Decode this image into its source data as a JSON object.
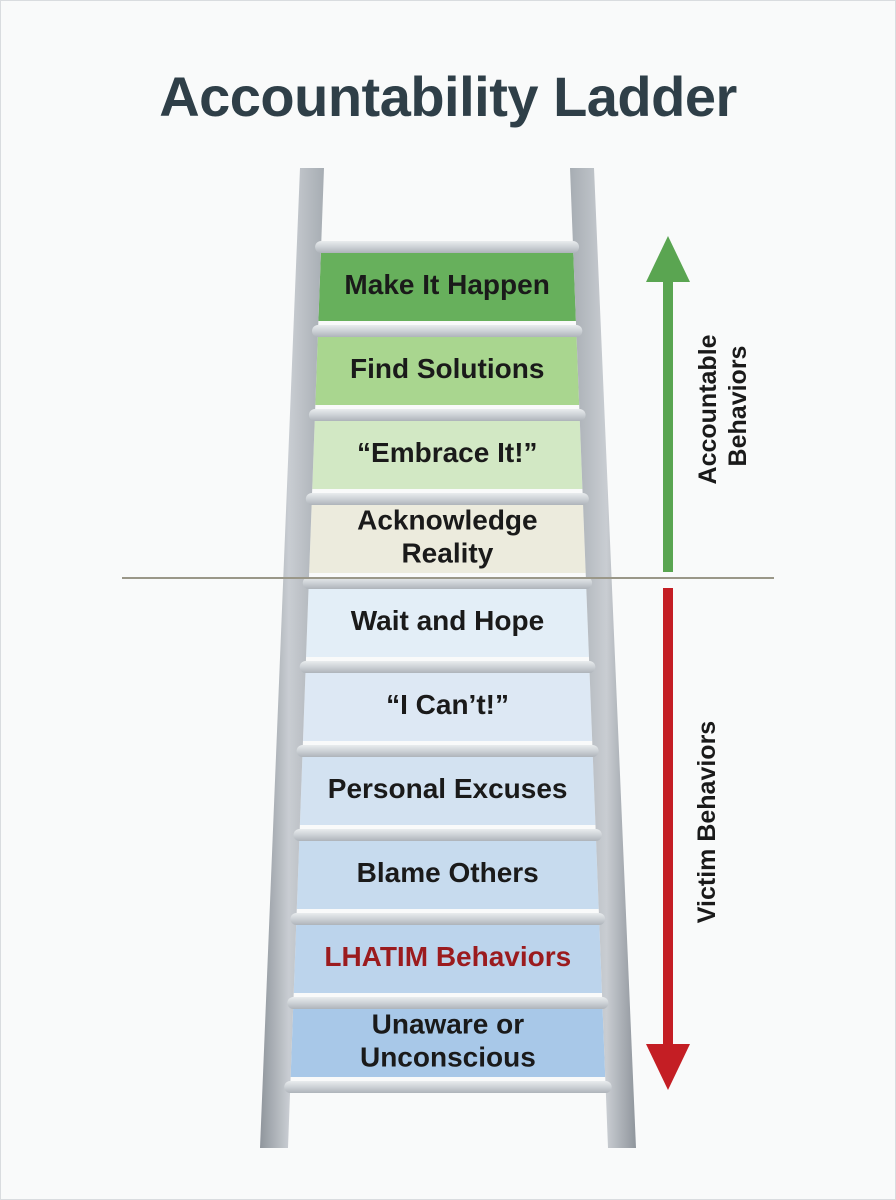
{
  "title": "Accountability Ladder",
  "rungs": [
    {
      "lines": [
        "Make It Happen"
      ],
      "fill": "#67b05c",
      "text_color": "#1a1a1a"
    },
    {
      "lines": [
        "Find Solutions"
      ],
      "fill": "#a9d68f",
      "text_color": "#1a1a1a"
    },
    {
      "lines": [
        "“Embrace It!”"
      ],
      "fill": "#d2e8c4",
      "text_color": "#1a1a1a"
    },
    {
      "lines": [
        "Acknowledge",
        "Reality"
      ],
      "fill": "#ecebdd",
      "text_color": "#1a1a1a"
    },
    {
      "lines": [
        "Wait and Hope"
      ],
      "fill": "#e3eef7",
      "text_color": "#1a1a1a"
    },
    {
      "lines": [
        "“I Can’t!”"
      ],
      "fill": "#dde8f4",
      "text_color": "#1a1a1a"
    },
    {
      "lines": [
        "Personal Excuses"
      ],
      "fill": "#d3e2f1",
      "text_color": "#1a1a1a"
    },
    {
      "lines": [
        "Blame Others"
      ],
      "fill": "#c7dbee",
      "text_color": "#1a1a1a"
    },
    {
      "lines": [
        "LHATIM Behaviors"
      ],
      "fill": "#bcd4ec",
      "text_color": "#9b1b1e"
    },
    {
      "lines": [
        "Unaware or",
        "Unconscious"
      ],
      "fill": "#a8c8e8",
      "text_color": "#1a1a1a"
    }
  ],
  "accountable_label": [
    "Accountable",
    "Behaviors"
  ],
  "victim_label": [
    "Victim Behaviors"
  ],
  "colors": {
    "accountable_arrow": "#5aa551",
    "victim_arrow": "#c41e24",
    "divider": "#9a9788",
    "rail": "#b6bbc1",
    "rung_bar": "#cfd4d8"
  }
}
